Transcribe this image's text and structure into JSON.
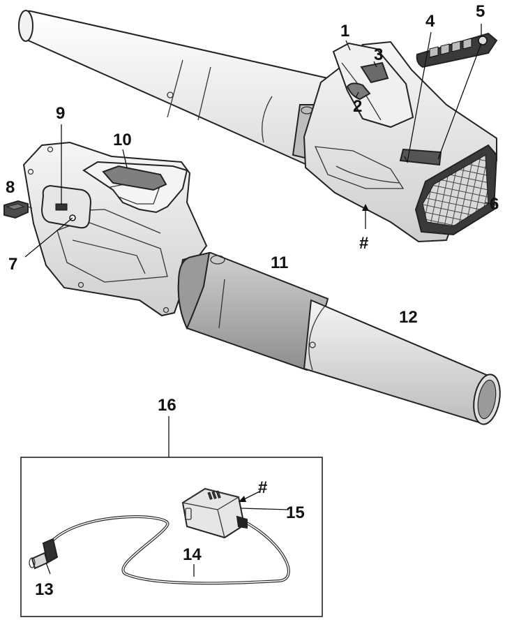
{
  "callouts": {
    "c1": "1",
    "c2": "2",
    "c3": "3",
    "c4": "4",
    "c5": "5",
    "c6": "6",
    "c7": "7",
    "c8": "8",
    "c9": "9",
    "c10": "10",
    "c11": "11",
    "c12": "12",
    "c13": "13",
    "c14": "14",
    "c15": "15",
    "c16": "16",
    "hash1": "#",
    "hash2": "#"
  }
}
